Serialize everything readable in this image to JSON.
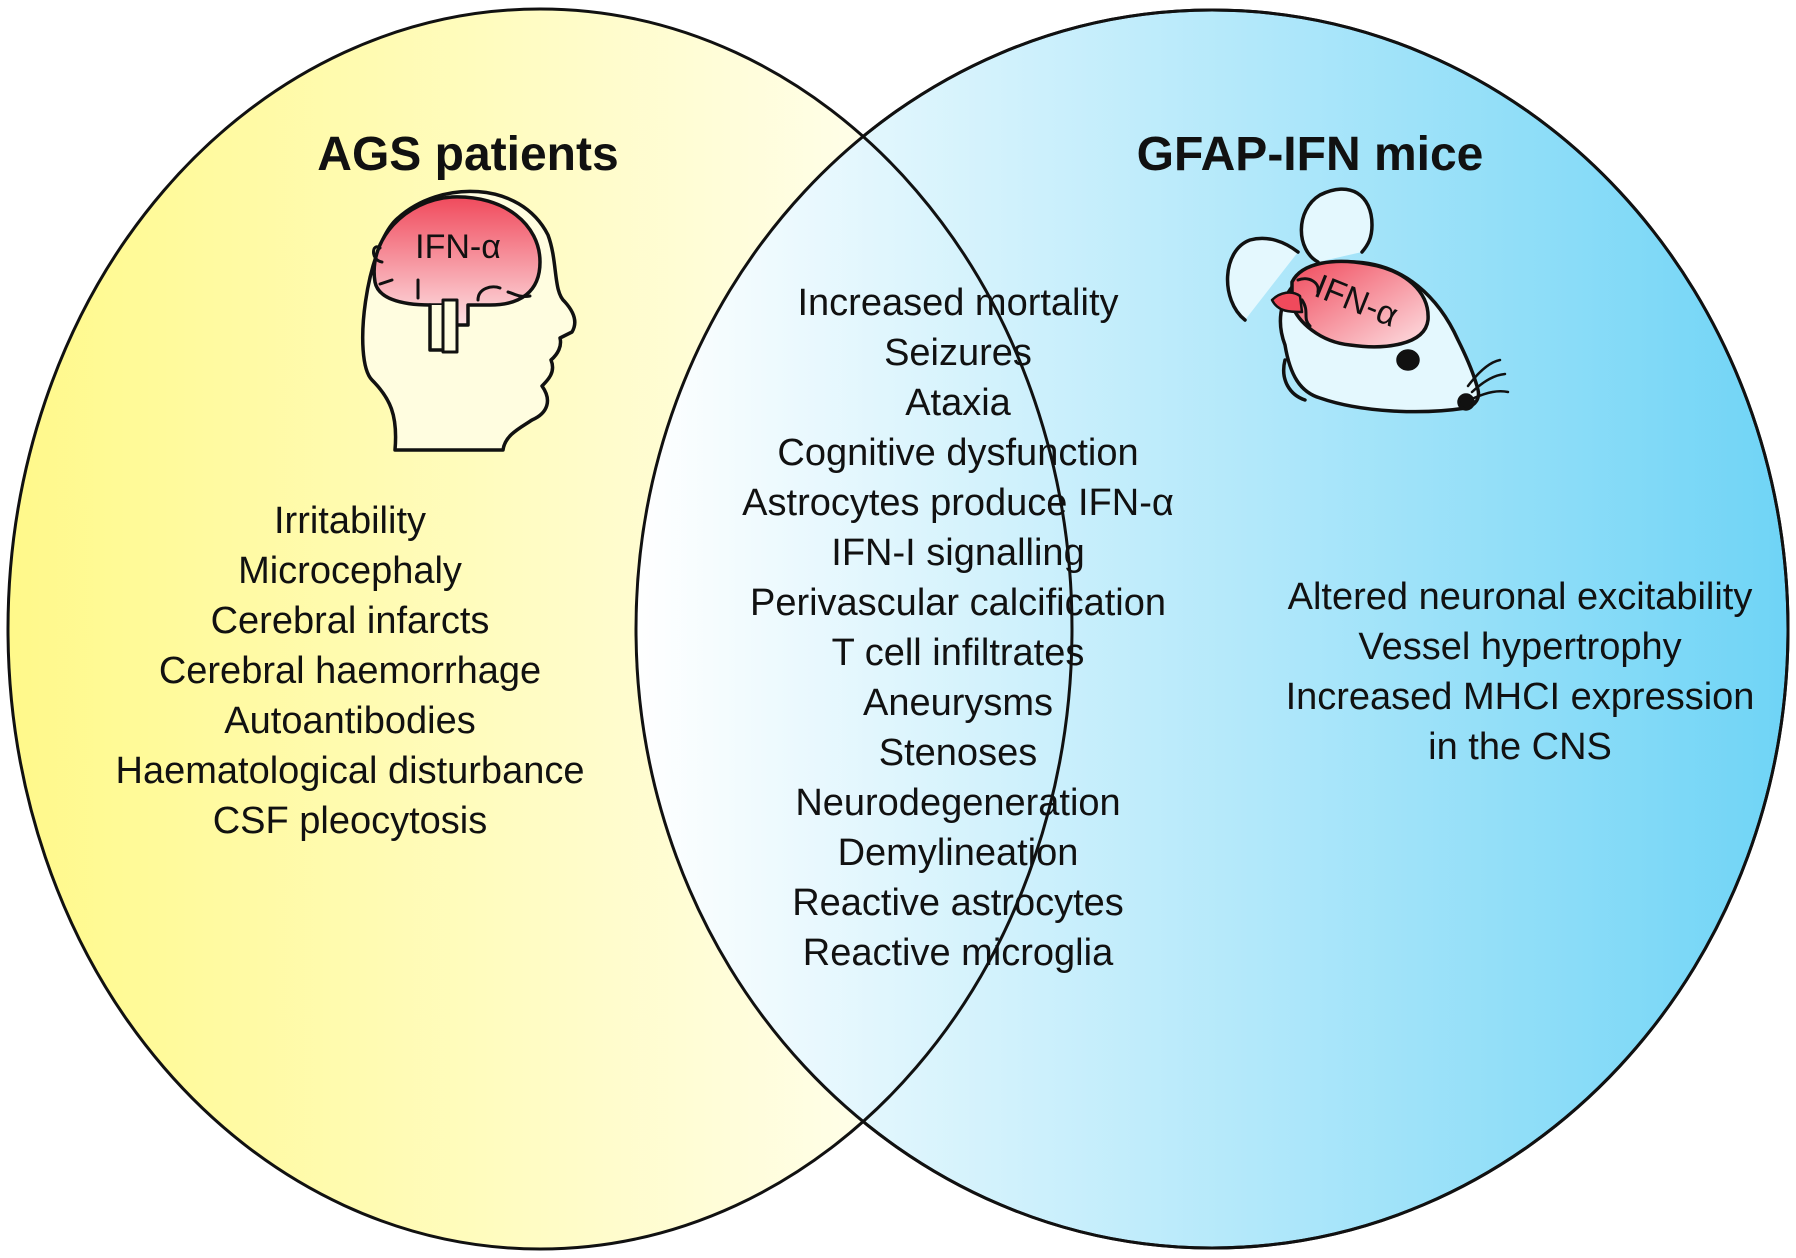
{
  "colors": {
    "left_start": "#fff98a",
    "left_end": "#ffffff",
    "right_start": "#ffffff",
    "right_end": "#6fd4f6",
    "brain_fill": "#f04a5c",
    "outline": "#111111"
  },
  "left": {
    "title": "AGS patients",
    "icon": "human-head-brain-icon",
    "icon_label": "IFN-α",
    "items": [
      "Irritability",
      "Microcephaly",
      "Cerebral infarcts",
      "Cerebral haemorrhage",
      "Autoantibodies",
      "Haematological disturbance",
      "CSF pleocytosis"
    ]
  },
  "overlap": {
    "items": [
      "Increased mortality",
      "Seizures",
      "Ataxia",
      "Cognitive dysfunction",
      "Astrocytes produce IFN-α",
      "IFN-I signalling",
      "Perivascular calcification",
      "T cell infiltrates",
      "Aneurysms",
      "Stenoses",
      "Neurodegeneration",
      "Demylineation",
      "Reactive astrocytes",
      "Reactive microglia"
    ]
  },
  "right": {
    "title": "GFAP-IFN mice",
    "icon": "mouse-head-brain-icon",
    "icon_label": "IFN-α",
    "items": [
      "Altered neuronal excitability",
      "Vessel hypertrophy",
      "Increased MHCI expression",
      "in the CNS"
    ]
  }
}
